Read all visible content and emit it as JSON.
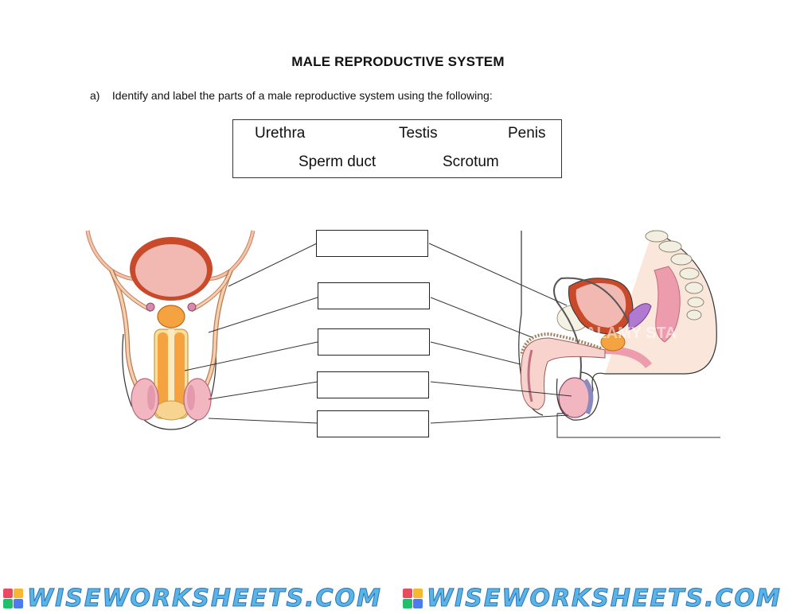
{
  "title": "MALE REPRODUCTIVE SYSTEM",
  "instruction": {
    "marker": "a)",
    "text": "Identify and label the parts of a male reproductive system using the following:"
  },
  "word_bank": [
    "Urethra",
    "Testis",
    "Penis",
    "Sperm duct",
    "Scrotum"
  ],
  "label_boxes": [
    "",
    "",
    "",
    "",
    ""
  ],
  "watermark": "ALAMY STA",
  "footer_brand": [
    "WISEWORKSHEETS.COM",
    "WISEWORKSHEETS.COM"
  ],
  "colors": {
    "bladder_outer": "#c84a2a",
    "bladder_inner": "#f2b8b2",
    "tube": "#e8b48a",
    "gland_orange": "#f4a340",
    "testis_pink": "#f1b6c0",
    "seminal_purple": "#b07ad0",
    "brand_blue": "#5ab4e5"
  }
}
